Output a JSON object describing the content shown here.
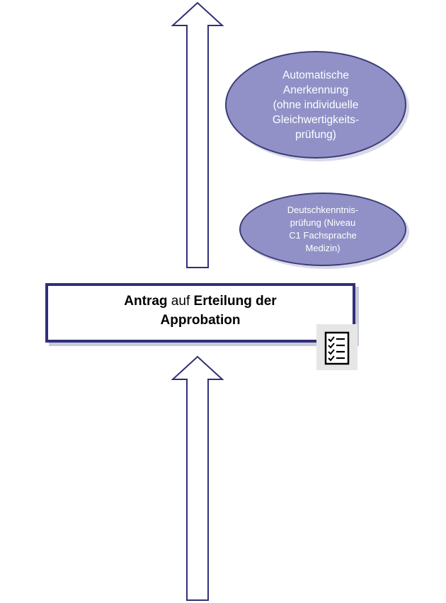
{
  "diagram": {
    "nodes": {
      "automatic_recognition": {
        "lines": [
          "Automatische",
          "Anerkennung",
          "(ohne individuelle",
          "Gleichwertigkeits-",
          "prüfung)"
        ]
      },
      "language_exam": {
        "lines": [
          "Deutschkenntnis-",
          "prüfung (Niveau",
          "C1 Fachsprache",
          "Medizin)"
        ]
      },
      "application": {
        "part1": "Antrag",
        "part2": " auf ",
        "part3": "Erteilung der",
        "part4": "Approbation"
      }
    },
    "icons": {
      "application_icon": "checklist-icon"
    },
    "colors": {
      "ellipse_fill": "#9191c8",
      "ellipse_border": "#3c3c78",
      "box_border": "#2f2f7a",
      "arrow_stroke": "#2f2f7a"
    }
  }
}
